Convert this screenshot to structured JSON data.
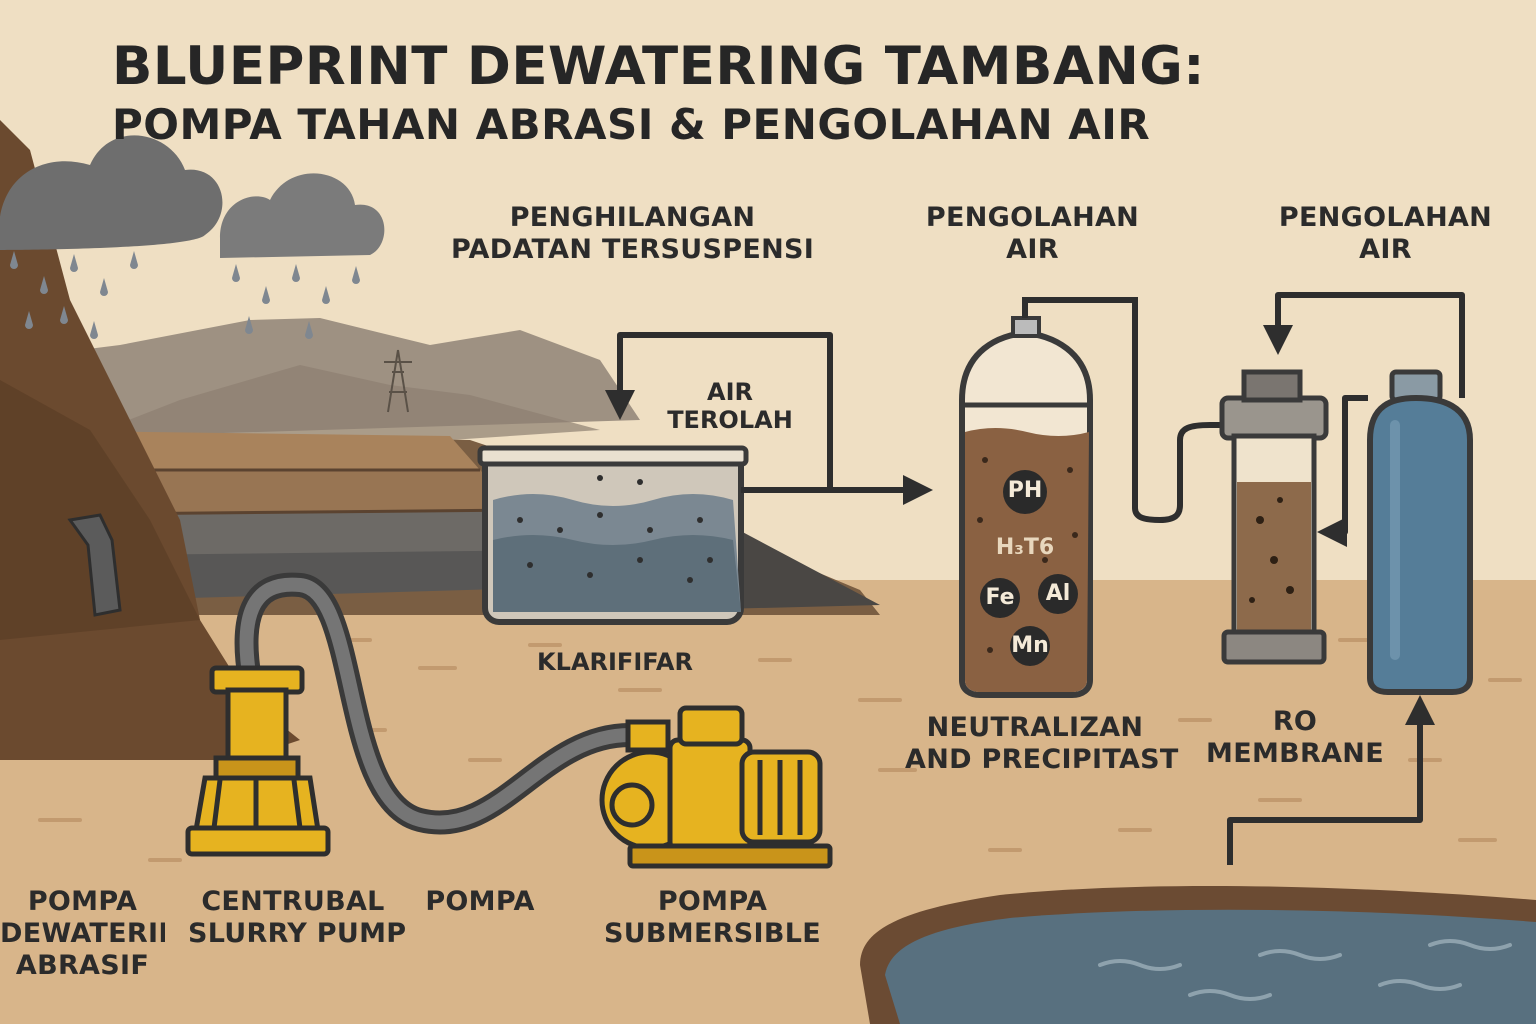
{
  "title": {
    "line1": "BLUEPRINT DEWATERING TAMBANG:",
    "line2": "POMPA TAHAN ABRASI & PENGOLAHAN AIR"
  },
  "headings": {
    "suspended_solids": [
      "PENGHILANGAN",
      "PADATAN TERSUSPENSI"
    ],
    "water_treatment_1": [
      "PENGOLAHAN",
      "AIR"
    ],
    "water_treatment_2": [
      "PENGOLAHAN",
      "AIR"
    ]
  },
  "labels": {
    "treated_water": [
      "AIR",
      "TEROLAH"
    ],
    "clarifier": "KLARIFIFAR",
    "neutralization": [
      "NEUTRALIZAN",
      "AND PRECIPITAST"
    ],
    "ro_membrane": [
      "RO",
      "MEMBRANE"
    ],
    "pump_abrasive": [
      "POMPA",
      "DEWATERING",
      "ABRASIF"
    ],
    "pump_centrifugal": [
      "CENTRUBAL",
      "SLURRY PUMP"
    ],
    "pump_generic": "POMPA",
    "pump_submersible": [
      "POMPA",
      "SUBMERSIBLE"
    ]
  },
  "tank_chemicals": {
    "ph": "PH",
    "formula": "H₃T6",
    "fe": "Fe",
    "al": "Al",
    "mn": "Mn"
  },
  "colors": {
    "background": "#efdfc3",
    "pump_yellow": "#e6b320",
    "pipe_dark": "#3a3a3a",
    "tank_brown": "#8a6142",
    "cylinder_blue": "#557d98",
    "water": "#58707f",
    "soil": "#7a5a3e"
  },
  "icons": {
    "clouds": "rain-cloud-icon",
    "tower": "power-tower-icon",
    "submersible_pump": "submersible-pump-icon",
    "slurry_pump": "centrifugal-pump-icon"
  }
}
